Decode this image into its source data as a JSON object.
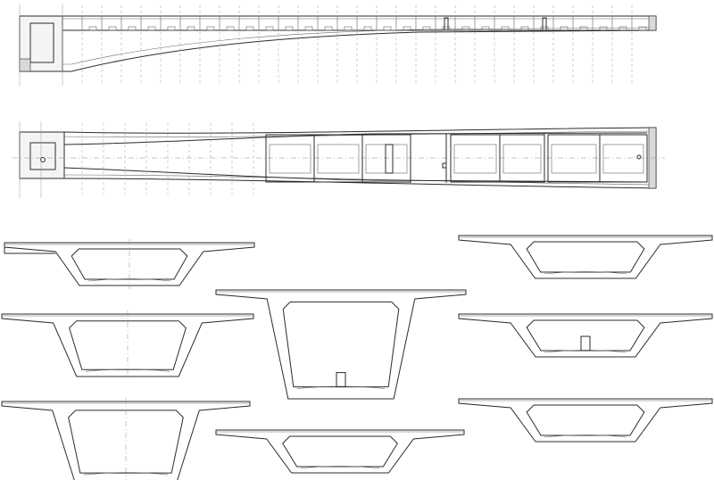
{
  "drawing": {
    "views": [
      {
        "id": "elevation",
        "kind": "longitudinal-section"
      },
      {
        "id": "plan",
        "kind": "plan-section"
      }
    ],
    "cross_sections": [
      {
        "id": "section-1",
        "depth": 0.45,
        "bottom_ratio": 0.42
      },
      {
        "id": "section-2",
        "depth": 0.55,
        "bottom_ratio": 0.4
      },
      {
        "id": "section-3",
        "depth": 0.7,
        "bottom_ratio": 0.38
      },
      {
        "id": "section-4",
        "depth": 1.0,
        "bottom_ratio": 0.34
      },
      {
        "id": "section-5",
        "depth": 0.35,
        "bottom_ratio": 0.45
      },
      {
        "id": "section-6",
        "depth": 0.4,
        "bottom_ratio": 0.43
      },
      {
        "id": "section-7",
        "depth": 0.38,
        "bottom_ratio": 0.44
      },
      {
        "id": "section-8",
        "depth": 0.36,
        "bottom_ratio": 0.44
      }
    ],
    "colors": {
      "line": "#2b2b2b",
      "fill": "#f4f4f4",
      "hatch": "#d9d9d9"
    }
  }
}
